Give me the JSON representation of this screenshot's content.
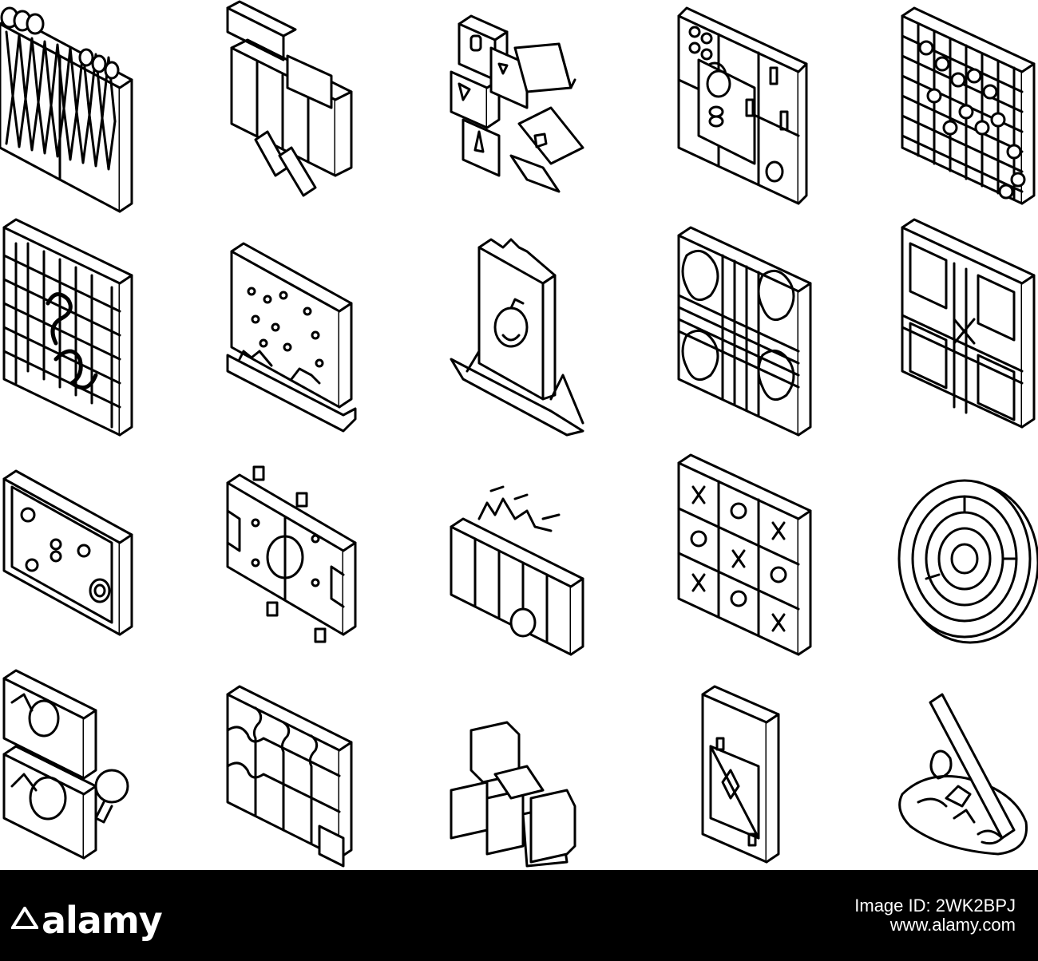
{
  "footer": {
    "brand": "alamy",
    "image_id_line1": "Image ID: 2WK2BPJ",
    "image_id_line2": "www.alamy.com",
    "background": "#000000",
    "text_color": "#ffffff"
  },
  "icons": [
    "backgammon-icon",
    "domino-icon",
    "dice-icon",
    "card-tiles-icon",
    "go-board-icon",
    "snakes-ladders-icon",
    "board-pieces-icon",
    "tower-bomb-icon",
    "ludo-board-icon",
    "ludo-squares-icon",
    "air-hockey-icon",
    "table-football-icon",
    "tumbling-tower-icon",
    "tic-tac-toe-icon",
    "maze-icon",
    "picture-cards-icon",
    "jigsaw-puzzle-icon",
    "toy-blocks-icon",
    "playing-card-icon",
    "fishing-game-icon"
  ],
  "stroke_color": "#000000"
}
